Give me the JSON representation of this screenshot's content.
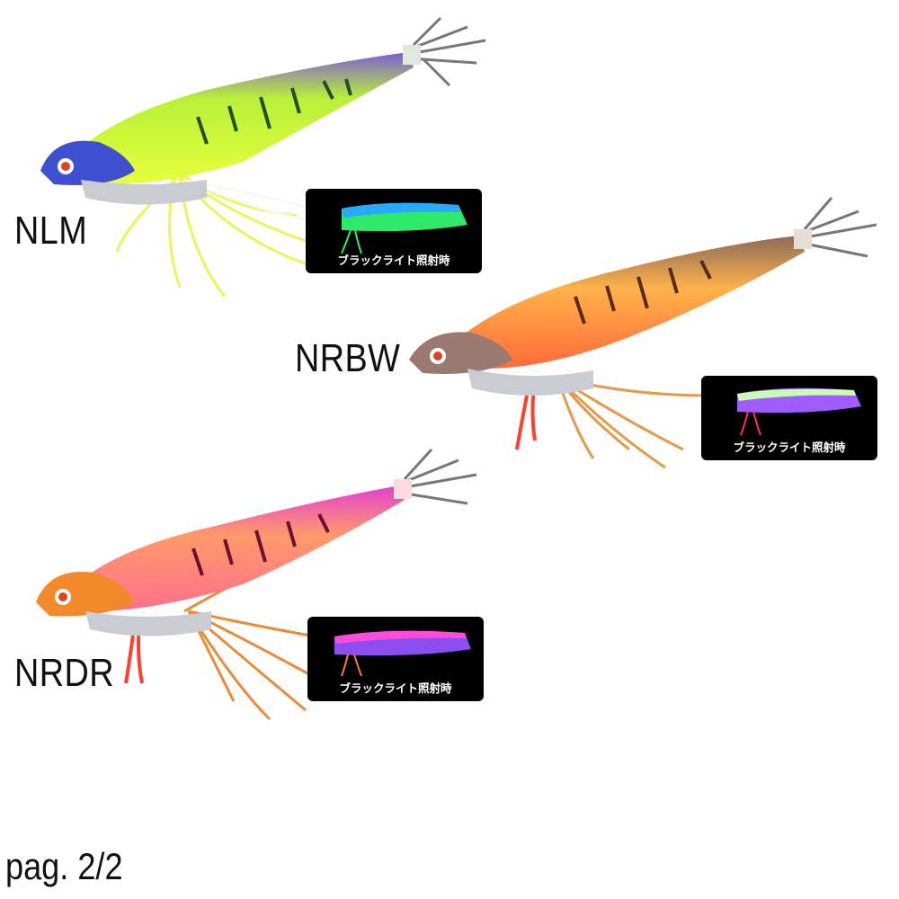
{
  "products": [
    {
      "code": "NLM",
      "uv_caption": "ブラックライト照射時",
      "colors": {
        "body": "#c8f23a",
        "back": "#7d5bd6",
        "head": "#3e4fd0",
        "stripe": "#1f4d2a",
        "skirt": "#e5f25a",
        "uv_body": "#2ee86a",
        "uv_back": "#29a8ff"
      }
    },
    {
      "code": "NRBW",
      "uv_caption": "ブラックライト照射時",
      "colors": {
        "body": "#ff7a45",
        "back": "#8a6a5a",
        "head": "#9a7a70",
        "stripe": "#5a2a20",
        "skirt": "#e39a4a",
        "uv_body": "#a05cff",
        "uv_back": "#c8ffb0"
      }
    },
    {
      "code": "NRDR",
      "uv_caption": "ブラックライト照射時",
      "colors": {
        "body": "#ff6f8c",
        "back": "#e23fd2",
        "head": "#f28a2c",
        "stripe": "#6a1030",
        "skirt": "#e88c3a",
        "uv_body": "#8d4ef0",
        "uv_back": "#ff4cd8"
      }
    }
  ],
  "page_indicator": "pag. 2/2"
}
